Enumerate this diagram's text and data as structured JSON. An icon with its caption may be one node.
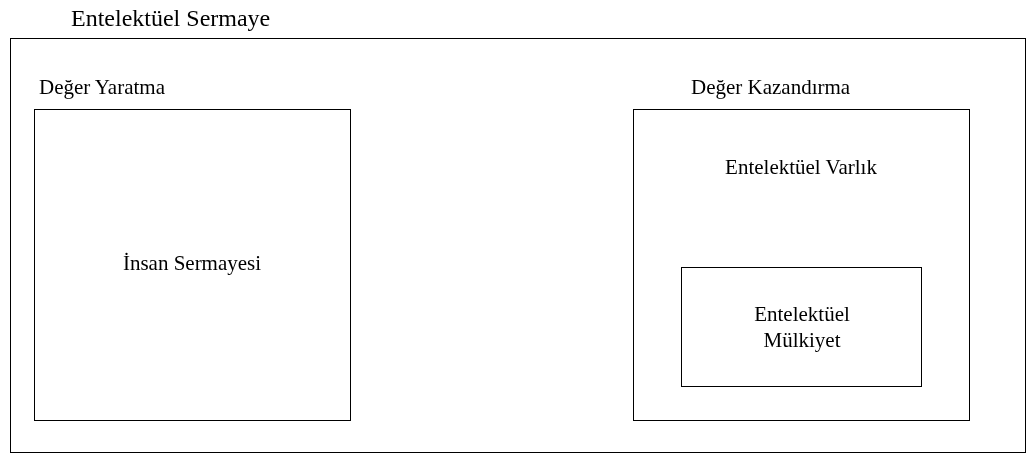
{
  "diagram": {
    "nodes": [
      {
        "text": [
          "Entelektüel Sermaye"
        ]
      },
      {
        "text": [
          "İnsan Sermayesi"
        ],
        "in": 0
      },
      {
        "text": [
          "Entelektüel Varlık"
        ],
        "in": 0
      },
      {
        "text": [
          "Entelektüel Mülkiyet"
        ],
        "in": 2
      }
    ],
    "labels": [
      "Değer Yaratma",
      "Değer Kazandırma"
    ]
  }
}
